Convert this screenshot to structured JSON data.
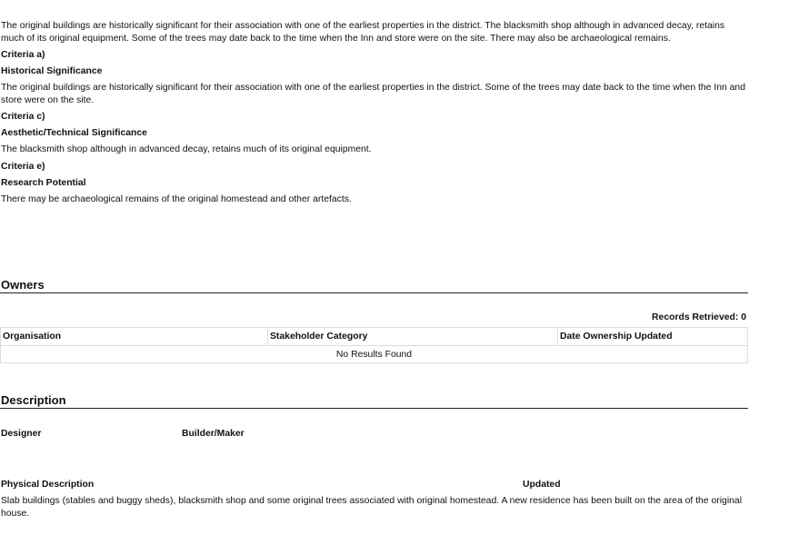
{
  "significance": {
    "summary": "The original buildings are historically significant for their association with one of the earliest properties in the district.  The blacksmith shop although in advanced decay, retains much of its original equipment.  Some of the trees may date back to the time when the Inn and store were on the site.  There may also be archaeological remains.",
    "criteria_a_label": "Criteria a)",
    "criteria_a_heading": "Historical Significance",
    "criteria_a_text": "The original buildings are historically significant for their association with one of the earliest properties in the district.  Some of the trees may date back to the time when the Inn and store were on the site.",
    "criteria_c_label": "Criteria c)",
    "criteria_c_heading": "Aesthetic/Technical Significance",
    "criteria_c_text": "The blacksmith shop although in advanced decay, retains much of its original equipment.",
    "criteria_e_label": "Criteria e)",
    "criteria_e_heading": "Research Potential",
    "criteria_e_text": "There may be archaeological remains of the original homestead and other artefacts."
  },
  "owners": {
    "title": "Owners",
    "records_retrieved": "Records Retrieved: 0",
    "columns": [
      "Organisation",
      "Stakeholder Category",
      "Date Ownership Updated"
    ],
    "empty_message": "No Results Found"
  },
  "description": {
    "title": "Description",
    "designer_label": "Designer",
    "builder_label": "Builder/Maker",
    "physical_label": "Physical Description",
    "updated_label": "Updated",
    "physical_text": "Slab buildings (stables and buggy sheds), blacksmith shop and some original trees associated with original homestead.  A new residence has been built on the area of the original house."
  }
}
